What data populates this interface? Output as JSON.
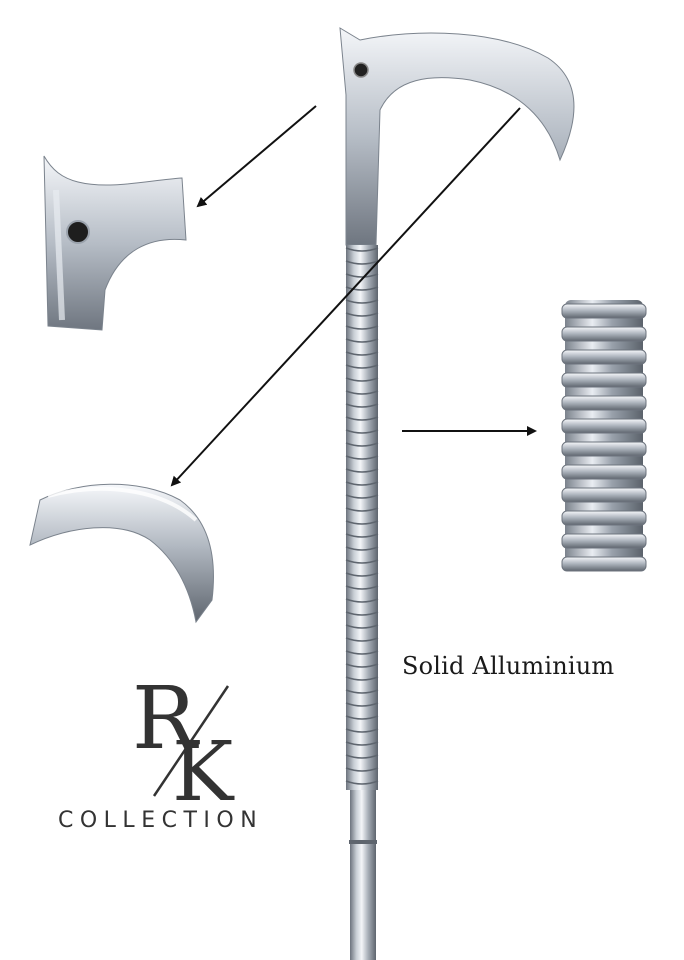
{
  "caption": "Solid Alluminium",
  "logo": {
    "monogram_left": "R",
    "monogram_right": "K",
    "wordmark": "COLLECTION"
  },
  "colors": {
    "metal_light": "#eef1f5",
    "metal_mid": "#b9c0c9",
    "metal_dark": "#6c737d",
    "arrow": "#111111",
    "logo_text": "#333333"
  }
}
